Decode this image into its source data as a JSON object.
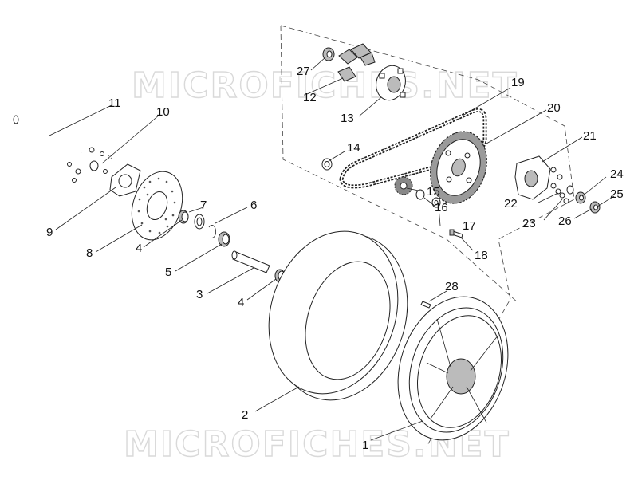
{
  "watermark": {
    "top": "MICROFICHES.NET",
    "bottom": "MICROFICHES.NET"
  },
  "callouts": [
    {
      "id": "1",
      "text": "1"
    },
    {
      "id": "2",
      "text": "2"
    },
    {
      "id": "3",
      "text": "3"
    },
    {
      "id": "4a",
      "text": "4"
    },
    {
      "id": "4b",
      "text": "4"
    },
    {
      "id": "5",
      "text": "5"
    },
    {
      "id": "6",
      "text": "6"
    },
    {
      "id": "7",
      "text": "7"
    },
    {
      "id": "8",
      "text": "8"
    },
    {
      "id": "9",
      "text": "9"
    },
    {
      "id": "10",
      "text": "10"
    },
    {
      "id": "11",
      "text": "11"
    },
    {
      "id": "12",
      "text": "12"
    },
    {
      "id": "13",
      "text": "13"
    },
    {
      "id": "14",
      "text": "14"
    },
    {
      "id": "15",
      "text": "15"
    },
    {
      "id": "16",
      "text": "16"
    },
    {
      "id": "17",
      "text": "17"
    },
    {
      "id": "18",
      "text": "18"
    },
    {
      "id": "19",
      "text": "19"
    },
    {
      "id": "20",
      "text": "20"
    },
    {
      "id": "21",
      "text": "21"
    },
    {
      "id": "22",
      "text": "22"
    },
    {
      "id": "23",
      "text": "23"
    },
    {
      "id": "24",
      "text": "24"
    },
    {
      "id": "25",
      "text": "25"
    },
    {
      "id": "26",
      "text": "26"
    },
    {
      "id": "27",
      "text": "27"
    },
    {
      "id": "28",
      "text": "28"
    }
  ]
}
